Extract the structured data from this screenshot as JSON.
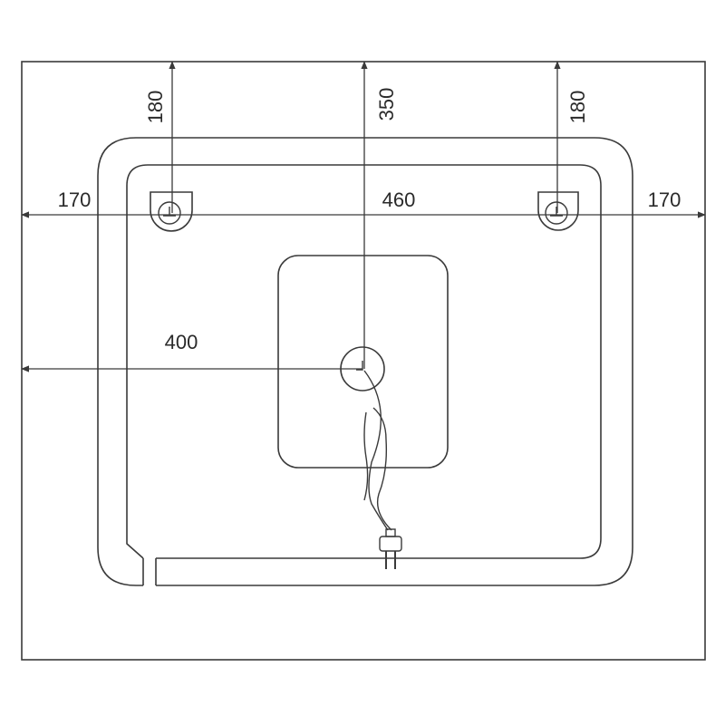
{
  "dimensions": {
    "left_hook_height": "180",
    "center_socket_height": "350",
    "right_hook_height": "180",
    "left_margin": "170",
    "hook_spacing": "460",
    "right_margin": "170",
    "socket_offset": "400"
  },
  "colors": {
    "line": "#3a3a3a",
    "text": "#2a2a2a",
    "background": "#ffffff"
  },
  "icons": [
    "mounting-hook-icon",
    "power-socket-icon",
    "power-plug-icon"
  ]
}
